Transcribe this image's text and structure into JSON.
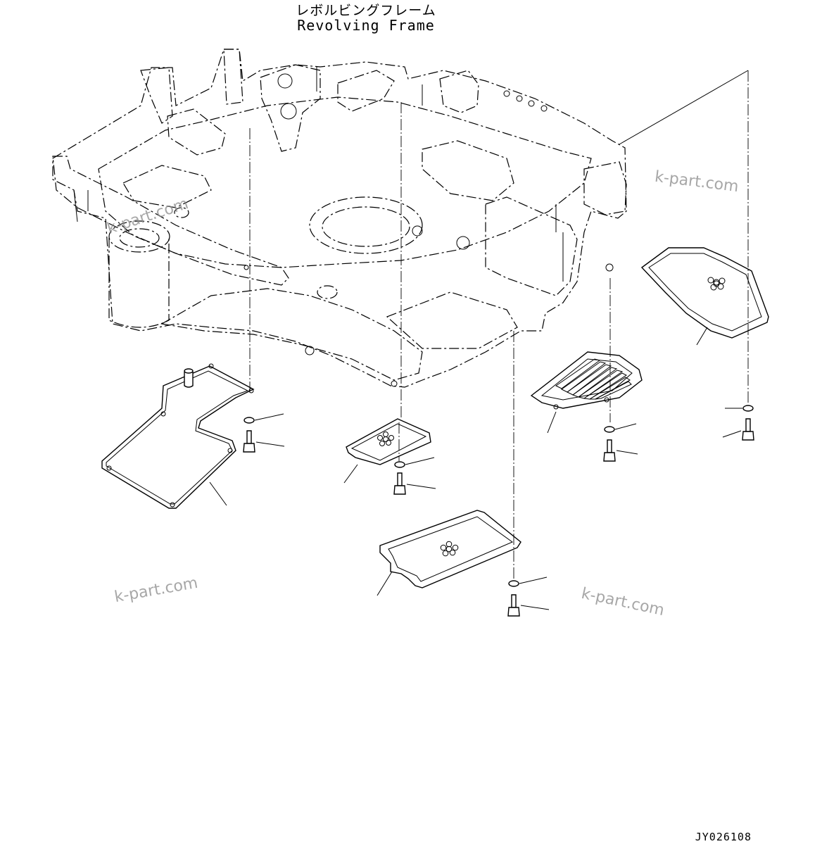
{
  "header": {
    "title_jp": "レボルビングフレーム",
    "title_en": "Revolving Frame"
  },
  "footer": {
    "drawing_code": "JY026108"
  },
  "watermarks": [
    "k-part.com",
    "k-part.com",
    "k-part.com",
    "k-part.com"
  ],
  "parts": [
    {
      "name": "left-undercover-plate"
    },
    {
      "name": "center-small-cover-plate"
    },
    {
      "name": "center-large-cover-plate"
    },
    {
      "name": "grille-cover"
    },
    {
      "name": "right-corner-cover"
    },
    {
      "name": "washer"
    },
    {
      "name": "bolt"
    }
  ]
}
